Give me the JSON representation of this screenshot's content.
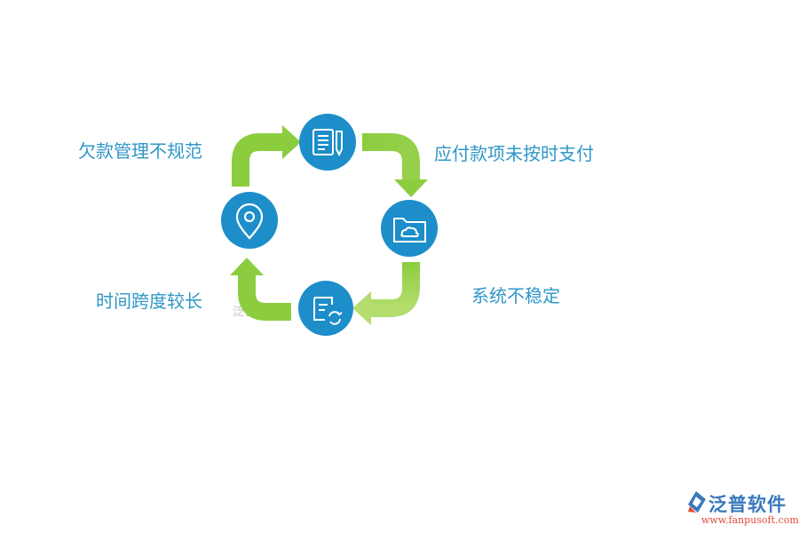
{
  "labels": {
    "top_left": "欠款管理不规范",
    "top_right": "应付款项未按时支付",
    "bottom_right": "系统不稳定",
    "bottom_left": "时间跨度较长"
  },
  "nodes": [
    {
      "icon": "document-edit-icon"
    },
    {
      "icon": "folder-cloud-icon"
    },
    {
      "icon": "document-refresh-icon"
    },
    {
      "icon": "location-pin-icon"
    }
  ],
  "watermark": "泛普软件",
  "brand": {
    "name": "泛普软件",
    "url": "www.fanpusoft.com"
  },
  "colors": {
    "node_fill": "#1d8ec9",
    "arrow_green": "#8ccd3f",
    "arrow_green_light": "#b4dd6d",
    "label_text": "#2f97c7",
    "brand_blue": "#3a78bd",
    "brand_red": "#e04b38"
  }
}
